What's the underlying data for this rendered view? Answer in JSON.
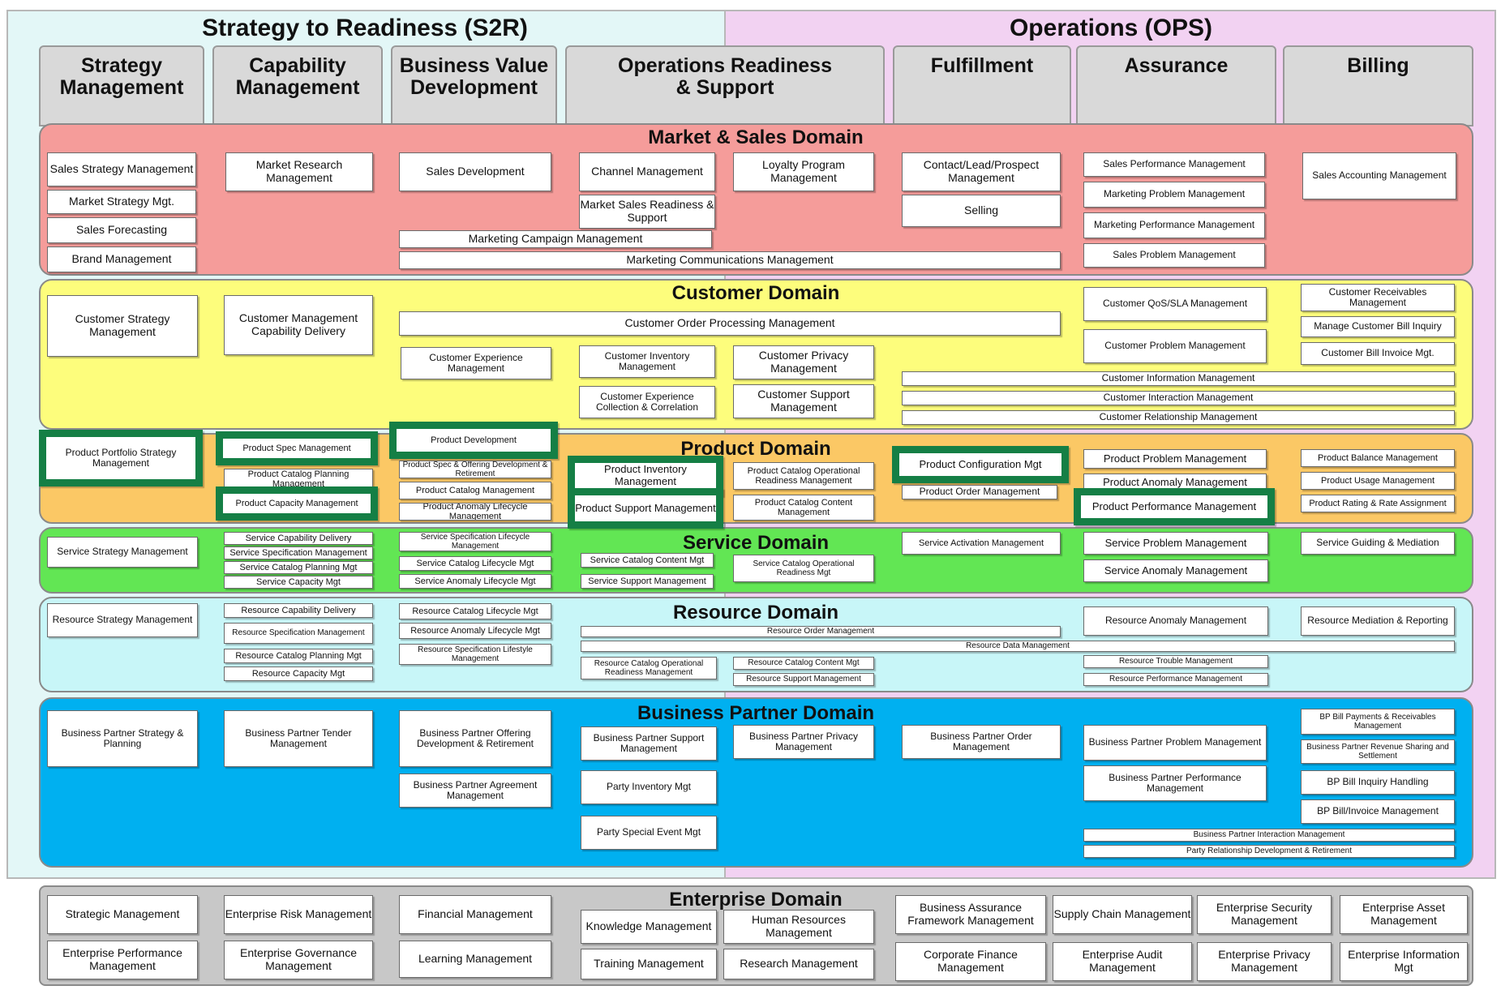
{
  "titles": {
    "s2r": "Strategy to Readiness (S2R)",
    "ops": "Operations (OPS)"
  },
  "columns": {
    "strategy": "Strategy Management",
    "capability": "Capability Management",
    "bvd": "Business Value Development",
    "ors": "Operations Readiness & Support",
    "fulfillment": "Fulfillment",
    "assurance": "Assurance",
    "billing": "Billing"
  },
  "domains": {
    "market": "Market & Sales Domain",
    "customer": "Customer Domain",
    "product": "Product Domain",
    "service": "Service Domain",
    "resource": "Resource Domain",
    "bp": "Business Partner Domain",
    "enterprise": "Enterprise Domain"
  },
  "colors": {
    "s2r_bg": "#e3f7f7",
    "ops_bg": "#f2d2f2",
    "market": "#f59c9a",
    "customer": "#fdfd7c",
    "product": "#fbc865",
    "service": "#62e654",
    "resource": "#c8f6f8",
    "bp": "#00b0f0",
    "header": "#d9d9d9",
    "highlight": "#157f45"
  },
  "boxes": {
    "m1": "Sales Strategy Management",
    "m2": "Market Strategy Mgt.",
    "m3": "Sales Forecasting",
    "m4": "Brand Management",
    "m5": "Market Research Management",
    "m6": "Sales Development",
    "m7": "Channel Management",
    "m8": "Market Sales Readiness & Support",
    "m9": "Loyalty Program Management",
    "m10": "Marketing Campaign Management",
    "m11": "Marketing Communications Management",
    "m12": "Contact/Lead/Prospect Management",
    "m13": "Selling",
    "m14": "Sales Performance Management",
    "m15": "Marketing Problem Management",
    "m16": "Marketing Performance Management",
    "m17": "Sales Problem Management",
    "m18": "Sales Accounting Management",
    "c1": "Customer Strategy Management",
    "c2": "Customer Management Capability Delivery",
    "c3": "Customer Order Processing Management",
    "c4": "Customer Experience Management",
    "c5": "Customer Inventory Management",
    "c6": "Customer Privacy Management",
    "c7": "Customer Experience Collection & Correlation",
    "c8": "Customer Support Management",
    "c9": "Customer QoS/SLA Management",
    "c10": "Customer Problem Management",
    "c11": "Customer Receivables Management",
    "c12": "Manage Customer Bill Inquiry",
    "c13": "Customer Bill Invoice Mgt.",
    "c14": "Customer Information Management",
    "c15": "Customer Interaction Management",
    "c16": "Customer Relationship Management",
    "p1": "Product Portfolio Strategy Management",
    "p2": "Product Spec Management",
    "p3": "Product Catalog Planning Management",
    "p4": "Product Capacity Management",
    "p5": "Product Development",
    "p6": "Product Spec & Offering Development & Retirement",
    "p7": "Product Catalog Management",
    "p8": "Product Anomaly Lifecycle Management",
    "p9": "Product Inventory Management",
    "p10": "Product Support Management",
    "p11": "Product Catalog Operational Readiness Management",
    "p12": "Product Catalog Content Management",
    "p13": "Product Configuration Mgt",
    "p14": "Product Order Management",
    "p15": "Product Problem Management",
    "p16": "Product Anomaly Management",
    "p17": "Product Performance Management",
    "p18": "Product Balance Management",
    "p19": "Product Usage Management",
    "p20": "Product Rating & Rate Assignment",
    "s1": "Service Strategy Management",
    "s2": "Service Capability Delivery",
    "s3": "Service Specification Management",
    "s4": "Service Catalog Planning Mgt",
    "s5": "Service Capacity Mgt",
    "s6": "Service Specification Lifecycle Management",
    "s7": "Service Catalog Lifecycle Mgt",
    "s8": "Service Anomaly Lifecycle Mgt",
    "s9": "Service Catalog Content Mgt",
    "s10": "Service Support Management",
    "s11": "Service Catalog Operational Readiness Mgt",
    "s12": "Service Activation Management",
    "s13": "Service Problem Management",
    "s14": "Service Anomaly Management",
    "s15": "Service Guiding & Mediation",
    "r1": "Resource Strategy Management",
    "r2": "Resource Capability Delivery",
    "r3": "Resource Specification Management",
    "r4": "Resource Catalog Planning Mgt",
    "r5": "Resource Capacity Mgt",
    "r6": "Resource Catalog Lifecycle Mgt",
    "r7": "Resource Anomaly Lifecycle Mgt",
    "r8": "Resource Specification Lifestyle Management",
    "r9": "Resource Order Management",
    "r10": "Resource Data Management",
    "r11": "Resource Catalog Operational Readiness Management",
    "r12": "Resource Catalog Content Mgt",
    "r13": "Resource Support Management",
    "r14": "Resource Anomaly Management",
    "r15": "Resource Trouble Management",
    "r16": "Resource Performance Management",
    "r17": "Resource Mediation & Reporting",
    "b1": "Business Partner Strategy & Planning",
    "b2": "Business Partner Tender Management",
    "b3": "Business Partner Offering Development & Retirement",
    "b4": "Business Partner Agreement Management",
    "b5": "Business Partner Support Management",
    "b6": "Party Inventory Mgt",
    "b7": "Party Special Event Mgt",
    "b8": "Business Partner Privacy Management",
    "b9": "Business Partner Order Management",
    "b10": "Business Partner Problem Management",
    "b11": "Business Partner Performance Management",
    "b12": "BP Bill Payments & Receivables Management",
    "b13": "Business Partner Revenue Sharing and Settlement",
    "b14": "BP Bill Inquiry Handling",
    "b15": "BP Bill/Invoice Management",
    "b16": "Business Partner Interaction Management",
    "b17": "Party Relationship Development & Retirement",
    "e1": "Strategic Management",
    "e2": "Enterprise Performance Management",
    "e3": "Enterprise Risk Management",
    "e4": "Enterprise Governance Management",
    "e5": "Financial Management",
    "e6": "Learning Management",
    "e7": "Knowledge Management",
    "e8": "Human Resources Management",
    "e9": "Training Management",
    "e10": "Research Management",
    "e11": "Business Assurance Framework Management",
    "e12": "Corporate Finance Management",
    "e13": "Supply Chain Management",
    "e14": "Enterprise Audit Management",
    "e15": "Enterprise Security Management",
    "e16": "Enterprise Privacy Management",
    "e17": "Enterprise Asset Management",
    "e18": "Enterprise Information Mgt"
  }
}
